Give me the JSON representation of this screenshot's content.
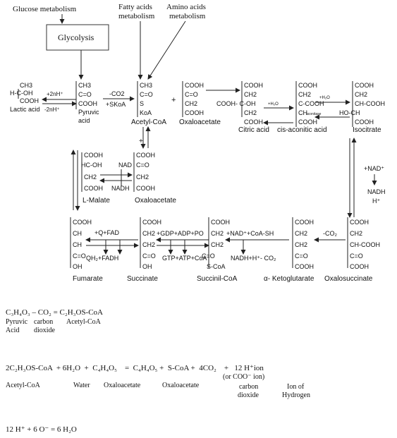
{
  "top": {
    "glucose": "Glucose metabolism",
    "glycolysis": "Glycolysis",
    "fatty1": "Fatty acids",
    "fatty2": "metabolism",
    "amino1": "Amino acids",
    "amino2": "metabolism"
  },
  "row1": {
    "lactic": [
      "CH3",
      "H-C-OH",
      "COOH"
    ],
    "lactic_label": "Lactic acid",
    "lactic_minus": "-2nH⁺",
    "to_pyruvate": "+2nH⁺",
    "pyruvic": [
      "CH3",
      "C=O",
      "COOH"
    ],
    "pyruvic_label1": "Pyruvic",
    "pyruvic_label2": "acid",
    "co2_label": "-CO2",
    "skoa_label": "+SKoA",
    "acetyl": [
      "CH3",
      "C=O",
      "S",
      "KoA"
    ],
    "acetyl_label": "Acetyl-CoA",
    "plus": "+",
    "oxalo": [
      "COOH",
      "C=O",
      "CH2",
      "COOH"
    ],
    "oxalo_label": "Oxaloacetate",
    "citric": [
      "COOH",
      "CH2",
      "COOH- C-OH",
      "CH2",
      "COOH"
    ],
    "citric_label": "Citric acid",
    "h2o_label": "+H₂O",
    "cisaconitic": [
      "COOH",
      "CH2",
      "C-COOH",
      "CH",
      "COOH"
    ],
    "aconitase": "aconitase",
    "h2o_label2": "+H₂O",
    "cisaconitic_label": "cis-aconitic acid",
    "isocitrate": [
      "COOH",
      "CH2",
      "CH-COOH",
      "HO-CH",
      "COOH"
    ],
    "isocitrate_label": "Isocitrate"
  },
  "row2": {
    "plus": "+",
    "malate": [
      "COOH",
      "HC-OH",
      "CH2",
      "COOH"
    ],
    "malate_label": "L-Malate",
    "nad": "NAD",
    "nadh": "NADH",
    "oxalo2": [
      "COOH",
      "C=O",
      "CH2",
      "COOH"
    ],
    "oxalo2_label": "Oxaloacetate",
    "nad_plus": "+NAD⁺",
    "nadh_right": "NADH",
    "h_plus": "H⁺"
  },
  "row3": {
    "fumarate": [
      "COOH",
      "CH",
      "CH",
      "C=O",
      "OH"
    ],
    "fumarate_label": "Fumarate",
    "fad": "+Q+FAD",
    "fadh": "QH₂+FADH",
    "succinate": [
      "COOH",
      "CH2",
      "CH2",
      "C=O",
      "OH"
    ],
    "succinate_label": "Succinate",
    "gdp": "+GDP+ADP+PO",
    "gtp": "GTP+ATP+CoA",
    "succinyl": [
      "COOH",
      "CH2",
      "CH2",
      "C=O",
      "S-CoA"
    ],
    "succinyl_label": "Succinil-CoA",
    "nad_coa": "+NAD⁺+CoA-SH",
    "nadh_co2": "NADH+H⁺- CO₂",
    "ketoglut": [
      "COOH",
      "CH2",
      "CH2",
      "C=O",
      "COOH"
    ],
    "ketoglut_label": "α- Ketoglutarate",
    "co2": "-CO₂",
    "oxalosucc": [
      "COOH",
      "CH2",
      "CH-COOH",
      "C=O",
      "COOH"
    ],
    "oxalosucc_label": "Oxalosuccinate"
  },
  "eq1": {
    "line": "C₃H₄O₃ – CO₂ = C₂H₃OS-CoA",
    "lbl_pyruvic1": "Pyruvic",
    "lbl_pyruvic2": "Acid",
    "lbl_carbon1": "carbon",
    "lbl_carbon2": "dioxide",
    "lbl_acetyl": "Acetyl-CoA"
  },
  "eq2": {
    "line": "2C₂H₃OS-CoA  + 6H₂O  +  C₄H₄O₅    =  C₄H₄O₅ +  S-CoA +  4CO₂    +   12 H⁺ion",
    "sub": "(or COO⁻ ion)",
    "lbl_acetyl": "Acetyl-CoA",
    "lbl_water": "Water",
    "lbl_oxalo1": "Oxaloacetate",
    "lbl_oxalo2": "Oxaloacetate",
    "lbl_carbon1": "carbon",
    "lbl_carbon2": "dioxide",
    "lbl_ion1": "Ion of",
    "lbl_ion2": "Hydrogen"
  },
  "eq3": {
    "line": "12 H⁺ + 6 O⁻ = 6 H₂O"
  }
}
